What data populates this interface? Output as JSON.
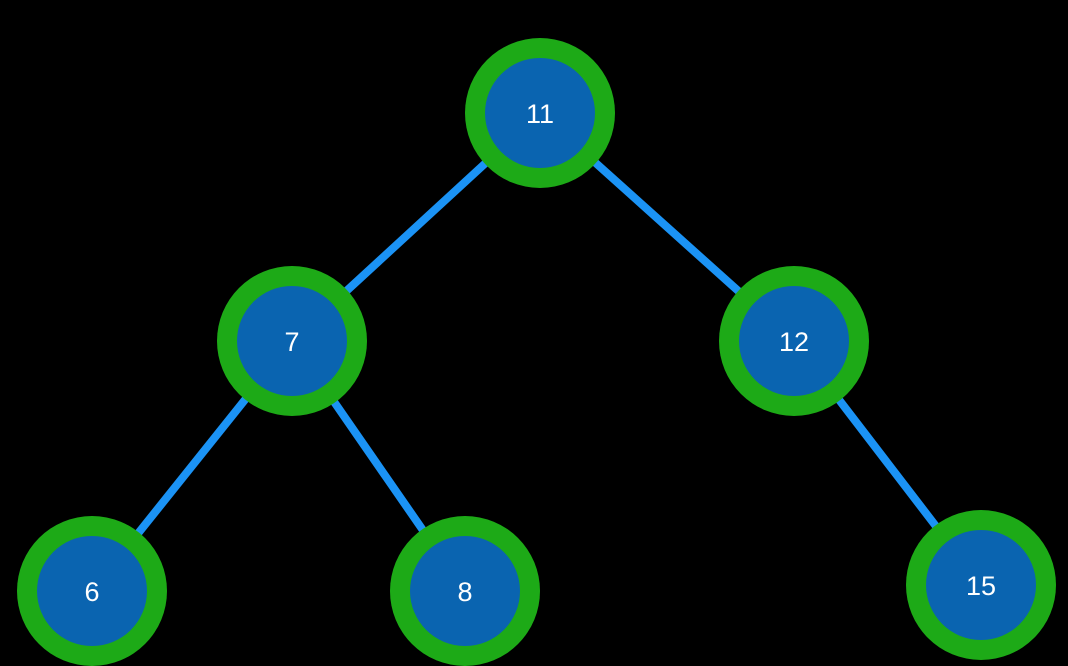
{
  "diagram": {
    "type": "binary-tree",
    "nodes": [
      {
        "id": "n11",
        "label": "11"
      },
      {
        "id": "n7",
        "label": "7"
      },
      {
        "id": "n12",
        "label": "12"
      },
      {
        "id": "n6",
        "label": "6"
      },
      {
        "id": "n8",
        "label": "8"
      },
      {
        "id": "n15",
        "label": "15"
      }
    ],
    "edges": [
      {
        "from": "n11",
        "to": "n7"
      },
      {
        "from": "n11",
        "to": "n12"
      },
      {
        "from": "n7",
        "to": "n6"
      },
      {
        "from": "n7",
        "to": "n8"
      },
      {
        "from": "n12",
        "to": "n15"
      }
    ]
  },
  "colors": {
    "background": "#000000",
    "edge": "#1b93f5",
    "node_ring": "#1daa17",
    "node_fill": "#0a64b0",
    "label": "#ffffff"
  }
}
